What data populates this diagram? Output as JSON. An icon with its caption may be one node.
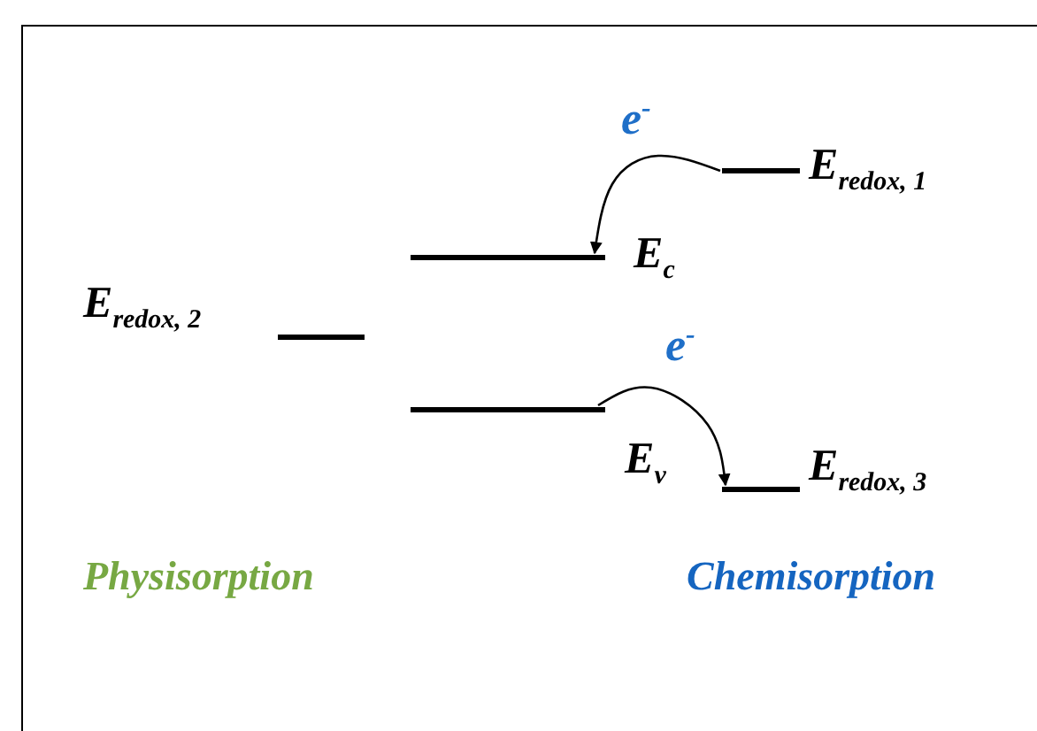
{
  "diagram": {
    "nodes": [
      {
        "text": [],
        "shape": "bar",
        "beside": [
          "E$_{redox, 1}$"
        ]
      },
      {
        "text": [],
        "shape": "bar",
        "beside": [
          "E$_{c}$"
        ]
      },
      {
        "text": [],
        "shape": "bar",
        "beside": [
          "E$_{redox, 2}$"
        ]
      },
      {
        "text": [],
        "shape": "bar",
        "beside": [
          "E$_{v}$"
        ]
      },
      {
        "text": [],
        "shape": "bar",
        "beside": [
          "E$_{redox, 3}$"
        ]
      }
    ],
    "edges": [
      {
        "from": 0,
        "to": 1,
        "arrow": "to",
        "label": "e$^{-}$",
        "color": "#000000"
      },
      {
        "from": 3,
        "to": 4,
        "arrow": "to",
        "label": "e$^{-}$",
        "color": "#000000"
      }
    ],
    "labels": [
      "Physisorption",
      "Chemisorption"
    ]
  }
}
